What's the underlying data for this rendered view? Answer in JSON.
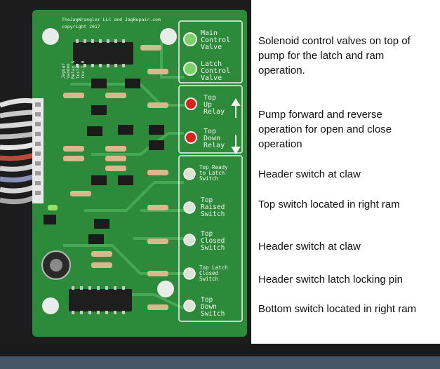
{
  "board": {
    "header_line1": "TheJagWrangler LLC and JagRepair.com",
    "header_line2": "copyright 2017",
    "side_text": [
      "Jaguar",
      "Vanden",
      "Relay &",
      "Tester",
      "rev.1.0"
    ],
    "labels": {
      "main_control_valve": [
        "Main",
        "Control",
        "Valve"
      ],
      "latch_control_valve": [
        "Latch",
        "Control",
        "Valve"
      ],
      "top_up_relay": [
        "Top",
        "Up",
        "Relay"
      ],
      "top_down_relay": [
        "Top",
        "Down",
        "Relay"
      ],
      "top_ready_switch": [
        "Top Ready",
        "to Latch",
        "Switch"
      ],
      "top_raised_switch": [
        "Top",
        "Raised",
        "Switch"
      ],
      "top_closed_switch": [
        "Top",
        "Closed",
        "Switch"
      ],
      "top_latch_closed_switch": [
        "Top Latch",
        "Closed",
        "Switch"
      ],
      "top_down_switch": [
        "Top",
        "Down",
        "Switch"
      ]
    }
  },
  "annotations": {
    "valves": "Solenoid control valves on top of pump for the latch and ram operation.",
    "relays": "Pump forward and reverse operation for open and close operation",
    "header_switch_claw_1": "Header switch at claw",
    "top_switch_right_ram": "Top switch located in right ram",
    "header_switch_claw_2": "Header switch at claw",
    "header_switch_latch_pin": "Header switch latch locking pin",
    "bottom_switch_right_ram": "Bottom switch located in right ram"
  },
  "colors": {
    "background": "#ffffff",
    "photo_dark": "#1c1c1c",
    "board_green": "#2d8a3a",
    "trace_green": "#45a852",
    "silkscreen": "#f2f5ef",
    "led_green": "#7ccf6a",
    "led_red": "#d8231b"
  }
}
